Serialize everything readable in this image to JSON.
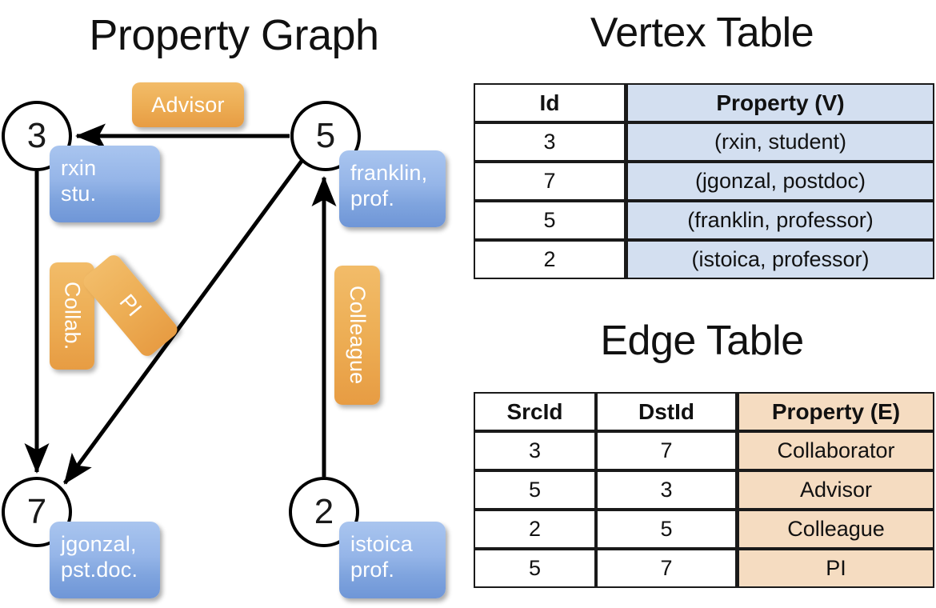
{
  "titles": {
    "property_graph": "Property Graph",
    "vertex_table": "Vertex Table",
    "edge_table": "Edge Table"
  },
  "colors": {
    "vertex_property_bg": "#d3dff0",
    "edge_property_bg": "#f5dcc1",
    "node_property_box": "#8cb0e4",
    "edge_label_box": "#edae55",
    "stroke": "#1a1a1a"
  },
  "graph": {
    "nodes": [
      {
        "id": "3",
        "property_lines": [
          "rxin",
          "stu."
        ]
      },
      {
        "id": "5",
        "property_lines": [
          "franklin,",
          "prof."
        ]
      },
      {
        "id": "7",
        "property_lines": [
          "jgonzal,",
          "pst.doc."
        ]
      },
      {
        "id": "2",
        "property_lines": [
          "istoica",
          "prof."
        ]
      }
    ],
    "edge_labels": {
      "advisor": "Advisor",
      "collab": "Collab.",
      "pi": "PI",
      "colleague": "Colleague"
    },
    "edges": [
      {
        "from": "5",
        "to": "3",
        "label": "Advisor"
      },
      {
        "from": "3",
        "to": "7",
        "label": "Collab."
      },
      {
        "from": "5",
        "to": "7",
        "label": "PI"
      },
      {
        "from": "2",
        "to": "5",
        "label": "Colleague"
      }
    ]
  },
  "vertex_table": {
    "headers": [
      "Id",
      "Property (V)"
    ],
    "rows": [
      {
        "id": "3",
        "property": "(rxin, student)"
      },
      {
        "id": "7",
        "property": "(jgonzal, postdoc)"
      },
      {
        "id": "5",
        "property": "(franklin, professor)"
      },
      {
        "id": "2",
        "property": "(istoica, professor)"
      }
    ]
  },
  "edge_table": {
    "headers": [
      "SrcId",
      "DstId",
      "Property (E)"
    ],
    "rows": [
      {
        "src": "3",
        "dst": "7",
        "property": "Collaborator"
      },
      {
        "src": "5",
        "dst": "3",
        "property": "Advisor"
      },
      {
        "src": "2",
        "dst": "5",
        "property": "Colleague"
      },
      {
        "src": "5",
        "dst": "7",
        "property": "PI"
      }
    ]
  }
}
